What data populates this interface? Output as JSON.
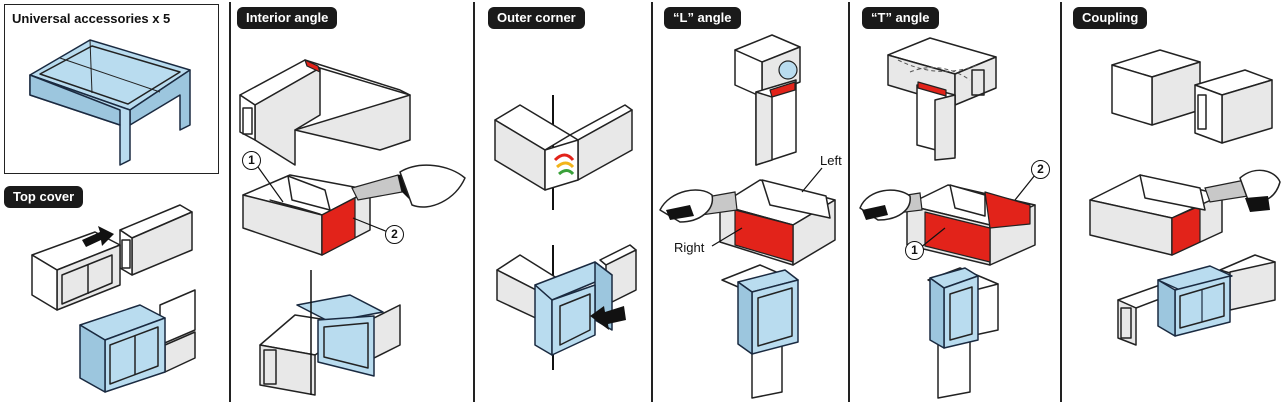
{
  "panels": {
    "accessories_title": "Universal accessories x 5",
    "top_cover": "Top cover",
    "interior_angle": "Interior angle",
    "outer_corner": "Outer corner",
    "l_angle": "“L” angle",
    "t_angle": "“T” angle",
    "coupling": "Coupling"
  },
  "annotations": {
    "interior_num1": "1",
    "interior_num2": "2",
    "l_left": "Left",
    "l_right": "Right",
    "t_num1": "1",
    "t_num2": "2"
  },
  "colors": {
    "cover_blue": "#b9dcef",
    "cut_red": "#e2231a",
    "outline": "#222222"
  }
}
